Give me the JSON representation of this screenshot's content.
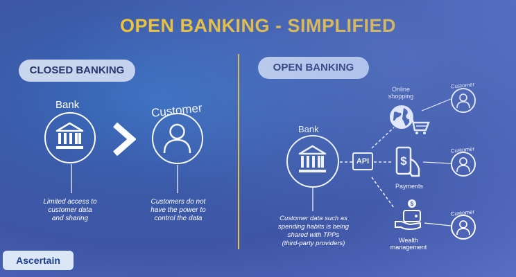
{
  "title": "OPEN BANKING - SIMPLIFIED",
  "closed": {
    "badge": "CLOSED BANKING",
    "bank_label": "Bank",
    "customer_label": "Customer",
    "bank_desc": [
      "Limited access to",
      "customer data",
      "and sharing"
    ],
    "customer_desc": [
      "Customers do not",
      "have the power to",
      "control the data"
    ]
  },
  "open": {
    "badge": "OPEN BANKING",
    "bank_label": "Bank",
    "api_label": "API",
    "bank_desc": [
      "Customer data such as",
      "spending habits is being",
      "shared with TPPs",
      "(third-party providers)"
    ],
    "services": [
      {
        "label": [
          "Online",
          "shopping"
        ],
        "customer_label": "Customer"
      },
      {
        "label": [
          "Payments"
        ],
        "customer_label": "Customer"
      },
      {
        "label": [
          "Wealth",
          "management"
        ],
        "customer_label": "Customer"
      }
    ]
  },
  "logo": "Ascertain",
  "colors": {
    "accent": "#f5c531",
    "badge_bg": "#c9d6ee",
    "badge_text": "#23336a",
    "line": "#ffffff"
  }
}
